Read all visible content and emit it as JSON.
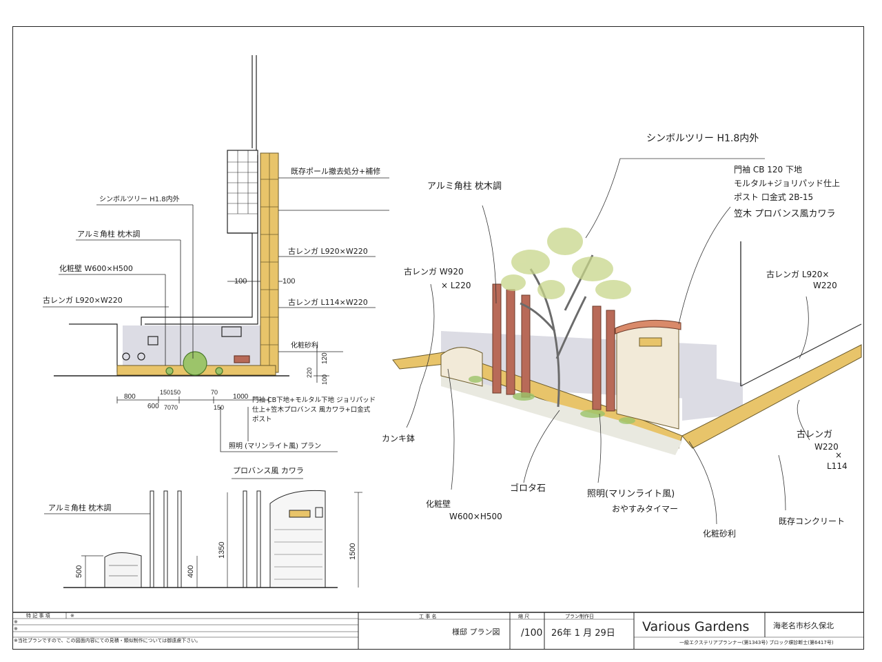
{
  "left_plan": {
    "labels": {
      "demolish": "既存ポール撤去処分+補修",
      "symbol_tree": "シンボルツリー H1.8内外",
      "alum_post": "アルミ角柱 枕木調",
      "flower_bed": "化粧壁 W600×H500",
      "old_brick_a": "古レンガ L920×W220",
      "old_brick_b": "古レンガ L920×W220",
      "old_brick_c": "古レンガ L114×W220",
      "gravel": "化粧砂利",
      "wall_spec": "門袖 CB下地+モルタル下地 ジョリパッド仕上+笠木プロバンス 風カワラ+口金式ポスト",
      "lighting": "照明 (マリンライト風) プラン",
      "dim_100_left": "100",
      "dim_100_right": "100",
      "dim_120": "120",
      "dim_220": "220",
      "dim_100b": "100",
      "dim_800": "800",
      "dim_600": "600",
      "dim_150_150": "150150",
      "dim_70_70": "7070",
      "dim_70": "70",
      "dim_150": "150",
      "dim_1000": "1000"
    }
  },
  "elevation": {
    "alum_post": "アルミ角柱 枕木調",
    "provence_tile": "プロバンス風 カワラ",
    "dim_500": "500",
    "dim_400": "400",
    "dim_1350": "1350",
    "dim_1500": "1500"
  },
  "perspective": {
    "symbol_tree": "シンボルツリー H1.8内外",
    "wall_spec_1": "門袖 CB 120 下地",
    "wall_spec_2": "モルタル+ジョリパッド仕上",
    "wall_spec_3": "ポスト 口金式 2B-15",
    "wall_spec_4": "笠木 プロバンス風カワラ",
    "alum_post": "アルミ角柱 枕木調",
    "old_brick_left_1": "古レンガ W920",
    "old_brick_left_2": "× L220",
    "old_brick_right_1": "古レンガ L920×",
    "old_brick_right_2": "W220",
    "old_brick_lower_1": "古レンガ",
    "old_brick_lower_2": "W220",
    "old_brick_lower_3": "×",
    "old_brick_lower_4": "L114",
    "kanki": "カンキ鉢",
    "flower_bed_1": "化粧壁",
    "flower_bed_2": "W600×H500",
    "gorota": "ゴロタ石",
    "lighting_1": "照明(マリンライト風)",
    "lighting_2": "おやすみタイマー",
    "gravel": "化粧砂利",
    "concrete": "既存コンクリート"
  },
  "title_block": {
    "notes_header": "特 記 事 項",
    "notes_mark_1": "※",
    "notes_mark_2": "※",
    "notes_mark_3": "※",
    "notes_text": "※当社プランですので、この図面内容にての見積・類似制作については御遠慮下さい。",
    "project_header": "工 事 名",
    "project_name": "様邸 プラン図",
    "scale_header": "縮 尺",
    "scale_value": "/100",
    "date_header": "プラン制作日",
    "date_value": "26年  1 月 29日",
    "company": "Various Gardens",
    "address": "海老名市杉久保北",
    "license": "一級エクステリアプランナー(第1343号)  ブロック塀診断士(第6417号)"
  },
  "colors": {
    "brick": "#e8c46a",
    "post": "#b86a58",
    "wall": "#f2ead8",
    "leaf": "#c8d68a",
    "shadow": "#d9d9e0"
  }
}
